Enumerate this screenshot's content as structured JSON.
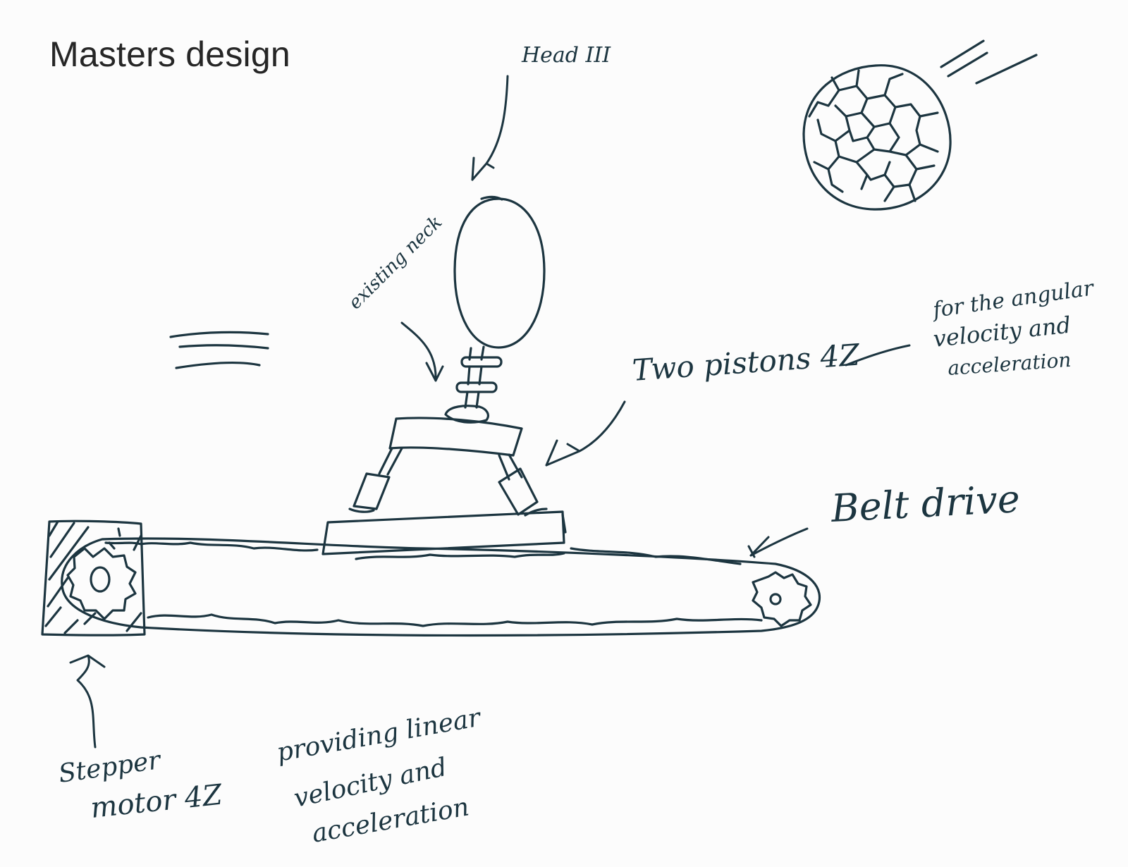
{
  "title": "Masters design",
  "ink_color": "#1c3540",
  "labels": {
    "head": "Head III",
    "existing_neck": "existing neck",
    "two_pistons": "Two pistons 4Z",
    "angular": [
      "for the angular",
      "velocity and",
      "acceleration"
    ],
    "belt_drive": "Belt drive",
    "stepper_motor": [
      "Stepper",
      "motor 4Z"
    ],
    "linear": [
      "providing linear",
      "velocity and",
      "acceleration"
    ]
  }
}
